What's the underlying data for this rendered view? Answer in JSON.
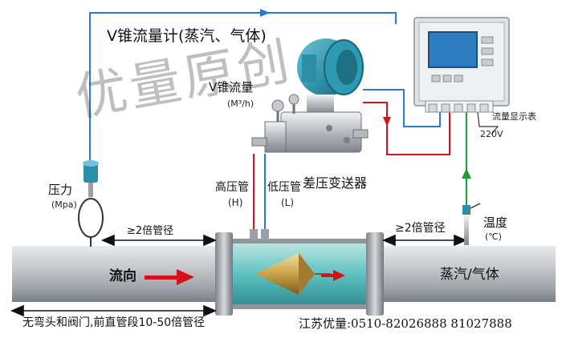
{
  "title": "V锥流量计(蒸汽、气体)",
  "watermark": "优量原创",
  "transmitter": {
    "flow_label": "V锥流量",
    "unit_label": "(M³/h)",
    "name": "差压变送器"
  },
  "pressure": {
    "label": "压力",
    "unit": "(Mpa)"
  },
  "high_pressure_pipe": {
    "label": "高压管",
    "code": "(H)"
  },
  "low_pressure_pipe": {
    "label": "低压管",
    "code": "(L)"
  },
  "temperature": {
    "label": "温度",
    "unit": "(℃)"
  },
  "display": {
    "label": "流量显示表",
    "voltage": "220V"
  },
  "pipe": {
    "upstream_distance": "≥2倍管径",
    "downstream_distance": "≥2倍管径",
    "flow_direction": "流向",
    "medium": "蒸汽/气体",
    "straight_run_note": "无弯头和阀门,前直管段10-50倍管径"
  },
  "contact": "江苏优量:0510-82026888  81027888",
  "colors": {
    "signal_blue": "#2a77d6",
    "signal_red": "#d8101c",
    "signal_green": "#1f9a3c",
    "pipe_gray": "#b8bcc0"
  }
}
